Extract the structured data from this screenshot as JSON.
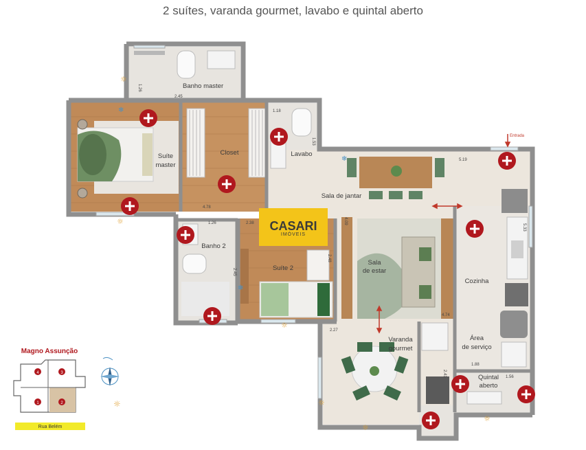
{
  "title": "2 suítes, varanda gourmet, lavabo e quintal aberto",
  "rooms": {
    "banho_master": "Banho master",
    "suite_master_1": "Suíte",
    "suite_master_2": "master",
    "closet": "Closet",
    "lavabo": "Lavabo",
    "sala_jantar": "Sala de jantar",
    "banho2": "Banho 2",
    "suite2": "Suíte 2",
    "sala_estar_1": "Sala",
    "sala_estar_2": "de estar",
    "cozinha": "Cozinha",
    "area_servico_1": "Área",
    "area_servico_2": "de serviço",
    "varanda_1": "Varanda",
    "varanda_2": "gourmet",
    "quintal_1": "Quintal",
    "quintal_2": "aberto"
  },
  "dimensions": {
    "d1": "1.26",
    "d2": "2.45",
    "d3": "1.18",
    "d4": "1.53",
    "d5": "5.19",
    "d6": "4.78",
    "d7": "1.26",
    "d8": "2.38",
    "d9": "4.09",
    "d10": "2.48",
    "d11": "2.45",
    "d12": "5.33",
    "d13": "4.74",
    "d14": "2.27",
    "d15": "2.41",
    "d16": "1.88",
    "d17": "1.56"
  },
  "entrance_label": "Entrada",
  "logo": {
    "brand": "CASARI",
    "sub": "IMÓVEIS"
  },
  "key_plan": {
    "title": "Magno Assunção",
    "street": "Rua Belém",
    "units": [
      "4",
      "3",
      "1",
      "2"
    ]
  },
  "colors": {
    "wall": "#8f8f8f",
    "floor": "#ece6dd",
    "wood": "#c08a58",
    "marker": "#b0181e",
    "accent_red": "#c0392b",
    "logo": "#f3c419"
  }
}
